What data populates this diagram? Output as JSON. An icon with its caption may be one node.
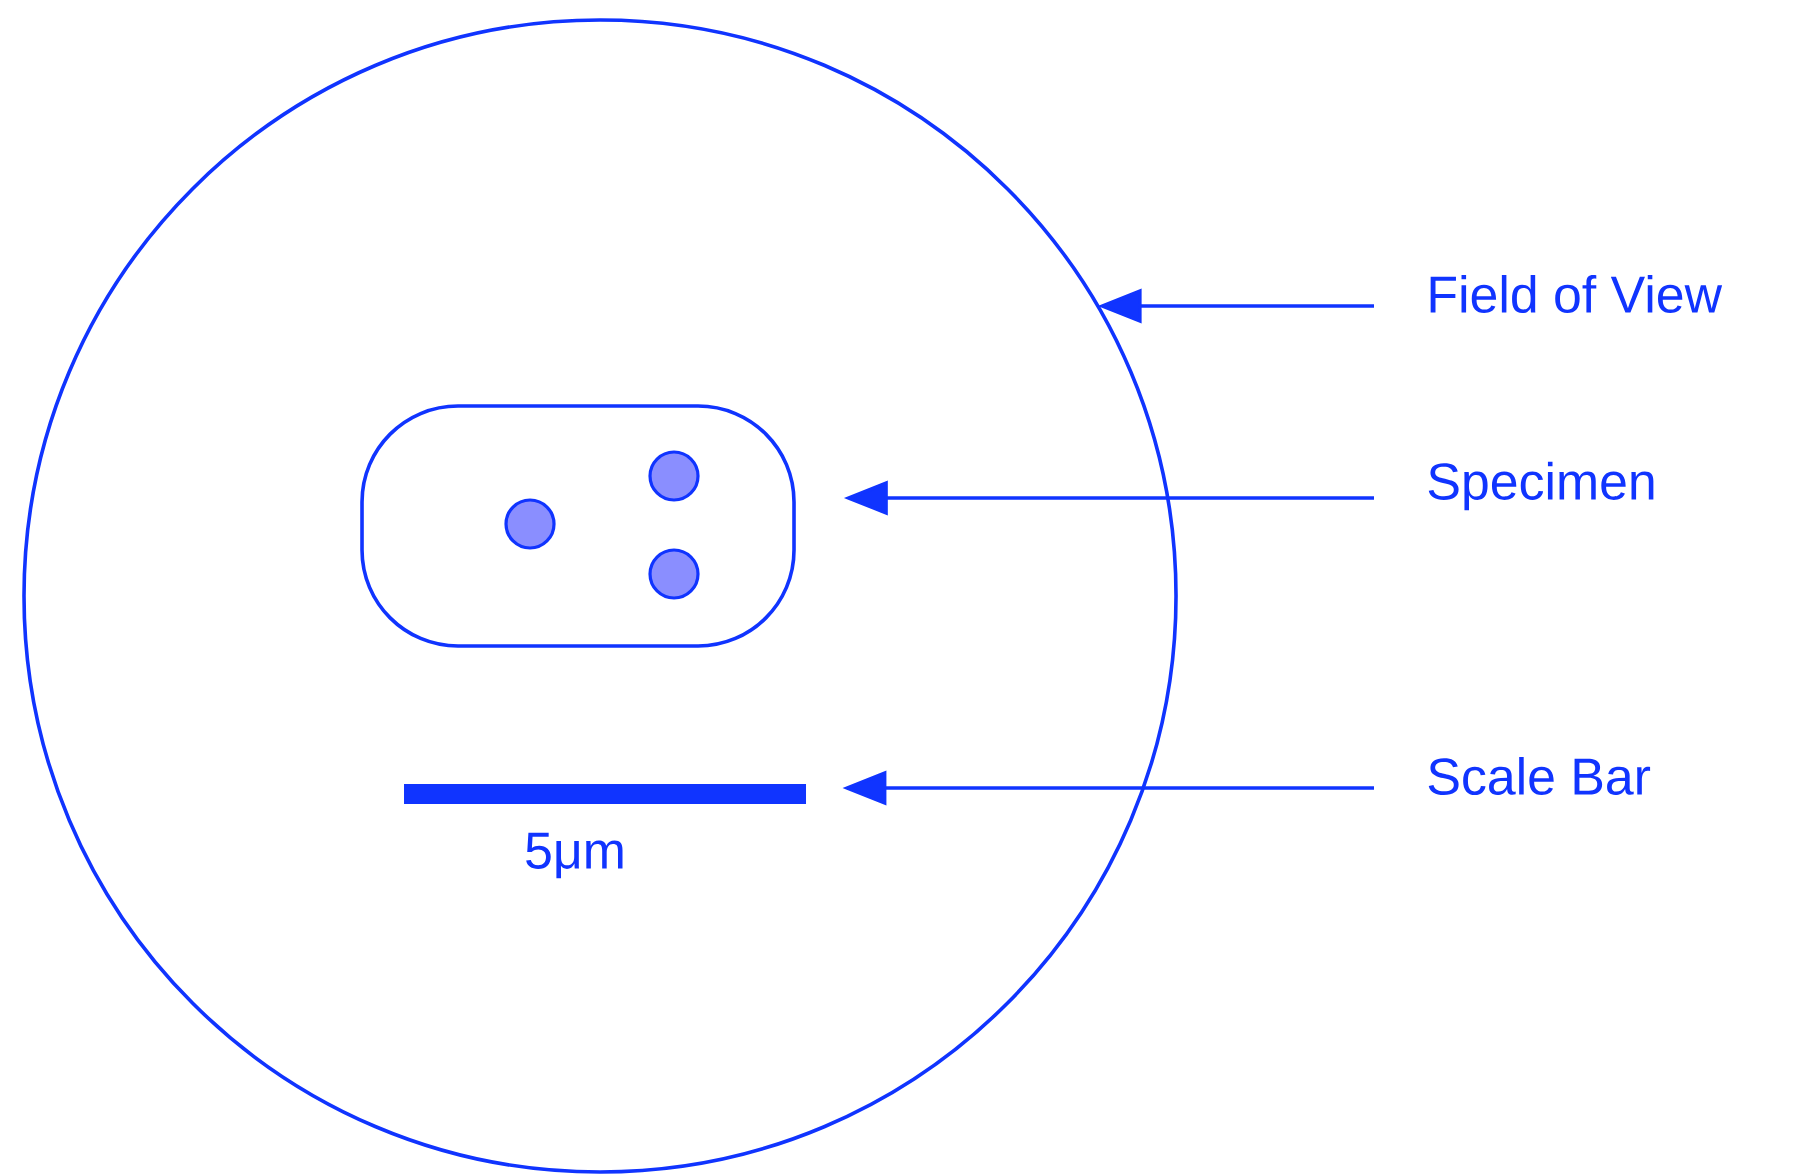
{
  "diagram": {
    "nodes": [
      {
        "text": [],
        "shape": "circle"
      },
      {
        "text": [],
        "shape": "box",
        "in": 0
      },
      {
        "text": [],
        "shape": "circle",
        "in": 1
      },
      {
        "text": [],
        "shape": "circle",
        "in": 1
      },
      {
        "text": [],
        "shape": "circle",
        "in": 1
      },
      {
        "text": [],
        "shape": "bar",
        "in": 0,
        "beside": [
          "5μm"
        ]
      },
      {
        "text": [
          "Field of View"
        ]
      },
      {
        "text": [
          "Specimen"
        ]
      },
      {
        "text": [
          "Scale Bar"
        ]
      }
    ],
    "edges": [
      {
        "from": 6,
        "to": 0,
        "arrow": "to"
      },
      {
        "from": 7,
        "to": 1,
        "arrow": "to"
      },
      {
        "from": 8,
        "to": 5,
        "arrow": "to"
      }
    ]
  }
}
